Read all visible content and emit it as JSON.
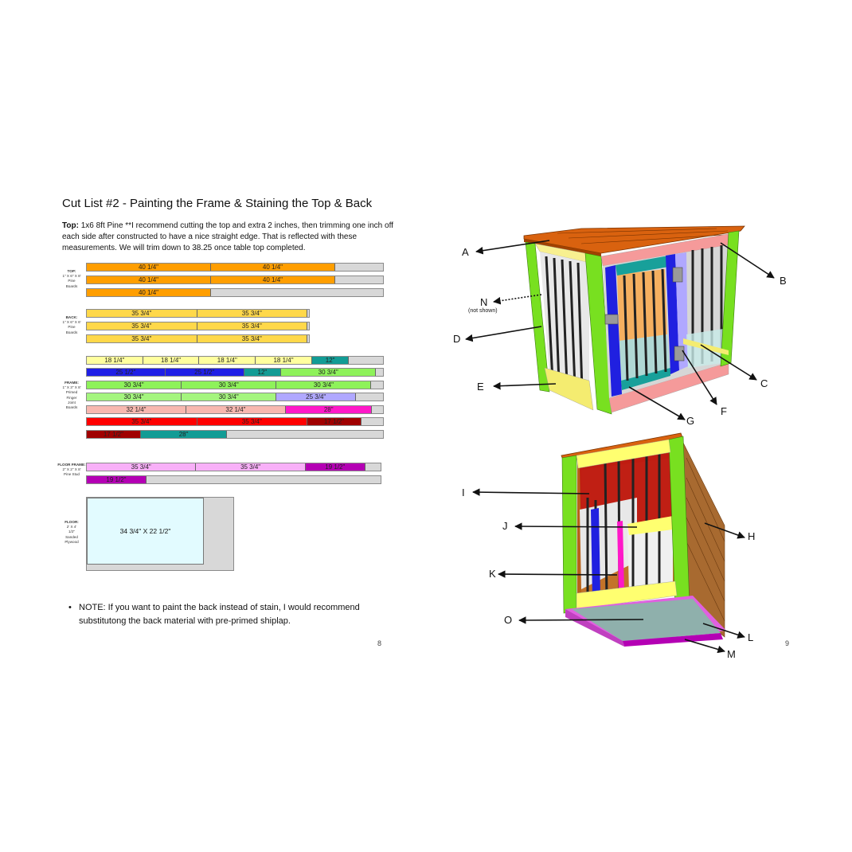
{
  "page_left": {
    "title": "Cut List #2 - Painting the Frame & Staining the Top & Back",
    "intro_bold": "Top:",
    "intro_text": " 1x6 8ft Pine **I recommend cutting the top and extra 2  inches, then trimming one inch off each side after constructed to have a nice straight edge. That is reflected with these measurements. We will trim down to 38.25 once table top completed.",
    "groups": [
      {
        "name": "TOP:",
        "material": [
          "1\" X 6\" X 8'",
          "Pine",
          "Boards"
        ]
      },
      {
        "name": "BACK:",
        "material": [
          "1\" X 6\" X 6'",
          "Pine",
          "Boards"
        ]
      },
      {
        "name": "FRAME:",
        "material": [
          "1\" X 3\" X 8'",
          "Primed",
          "Finger",
          "Joint",
          "Boards"
        ]
      },
      {
        "name": "FLOOR FRAME:",
        "material": [
          "2\" X 2\" X 8'",
          "Pine Stud"
        ]
      },
      {
        "name": "FLOOR:",
        "material": [
          "2' X 4'",
          "1/2\"",
          "Sanded",
          "Plywood"
        ]
      }
    ],
    "boards": [
      {
        "segments": [
          {
            "label": "40 1/4\"",
            "color": "#ff9e00",
            "len": 40.25
          },
          {
            "label": "40 1/4\"",
            "color": "#ff9e00",
            "len": 40.25
          }
        ]
      },
      {
        "segments": [
          {
            "label": "40 1/4\"",
            "color": "#ff9e00",
            "len": 40.25
          },
          {
            "label": "40 1/4\"",
            "color": "#ff9e00",
            "len": 40.25
          }
        ]
      },
      {
        "segments": [
          {
            "label": "40 1/4\"",
            "color": "#ff9e00",
            "len": 40.25
          }
        ]
      },
      {
        "segments": [
          {
            "label": "35 3/4\"",
            "color": "#ffd84a",
            "len": 35.75
          },
          {
            "label": "35 3/4\"",
            "color": "#ffd84a",
            "len": 35.75
          }
        ]
      },
      {
        "segments": [
          {
            "label": "35 3/4\"",
            "color": "#ffd84a",
            "len": 35.75
          },
          {
            "label": "35 3/4\"",
            "color": "#ffd84a",
            "len": 35.75
          }
        ]
      },
      {
        "segments": [
          {
            "label": "35 3/4\"",
            "color": "#ffd84a",
            "len": 35.75
          },
          {
            "label": "35 3/4\"",
            "color": "#ffd84a",
            "len": 35.75
          }
        ]
      },
      {
        "segments": [
          {
            "label": "18 1/4\"",
            "color": "#ffff9e",
            "len": 18.25
          },
          {
            "label": "18 1/4\"",
            "color": "#ffff9e",
            "len": 18.25
          },
          {
            "label": "18 1/4\"",
            "color": "#ffff9e",
            "len": 18.25
          },
          {
            "label": "18 1/4\"",
            "color": "#ffff9e",
            "len": 18.25
          },
          {
            "label": "12\"",
            "color": "#129c95",
            "len": 12
          }
        ]
      },
      {
        "segments": [
          {
            "label": "25 1/2\"",
            "color": "#1f1fe6",
            "len": 25.5
          },
          {
            "label": "25 1/2\"",
            "color": "#1f1fe6",
            "len": 25.5
          },
          {
            "label": "12\"",
            "color": "#129c95",
            "len": 12
          },
          {
            "label": "30 3/4\"",
            "color": "#8ef25a",
            "len": 30.75
          }
        ]
      },
      {
        "segments": [
          {
            "label": "30 3/4\"",
            "color": "#8ef25a",
            "len": 30.75
          },
          {
            "label": "30 3/4\"",
            "color": "#8ef25a",
            "len": 30.75
          },
          {
            "label": "30 3/4\"",
            "color": "#8ef25a",
            "len": 30.75
          }
        ]
      },
      {
        "segments": [
          {
            "label": "30 3/4\"",
            "color": "#a4f57e",
            "len": 30.75
          },
          {
            "label": "30 3/4\"",
            "color": "#a4f57e",
            "len": 30.75
          },
          {
            "label": "25 3/4\"",
            "color": "#b0a8ff",
            "len": 25.75
          }
        ]
      },
      {
        "segments": [
          {
            "label": "32 1/4\"",
            "color": "#f8b8b0",
            "len": 32.25
          },
          {
            "label": "32 1/4\"",
            "color": "#f8b8b0",
            "len": 32.25
          },
          {
            "label": "28\"",
            "color": "#ff18c8",
            "len": 28
          }
        ]
      },
      {
        "segments": [
          {
            "label": "35 3/4\"",
            "color": "#ff0000",
            "len": 35.75
          },
          {
            "label": "35 3/4\"",
            "color": "#ff0000",
            "len": 35.75
          },
          {
            "label": "17 1/2\"",
            "color": "#a00000",
            "len": 17.5
          }
        ]
      },
      {
        "segments": [
          {
            "label": "17 1/2\"",
            "color": "#a00000",
            "len": 17.5
          },
          {
            "label": "28\"",
            "color": "#129c95",
            "len": 28
          }
        ]
      },
      {
        "segments": [
          {
            "label": "35 3/4\"",
            "color": "#f8b0f8",
            "len": 35.75
          },
          {
            "label": "35 3/4\"",
            "color": "#f8b0f8",
            "len": 35.75
          },
          {
            "label": "19 1/2\"",
            "color": "#b400b4",
            "len": 19.5
          }
        ]
      },
      {
        "segments": [
          {
            "label": "19 1/2\"",
            "color": "#b400b4",
            "len": 19.5
          }
        ]
      }
    ],
    "plywood_label": "34 3/4\" X 22 1/2\"",
    "note_bullet": "•",
    "note": "NOTE: If you want to paint the back  instead of stain, I would recommend substitutong the back material with pre-primed shiplap.",
    "page_number": "8"
  },
  "page_right": {
    "callouts": [
      "A",
      "B",
      "C",
      "D",
      "E",
      "F",
      "G",
      "N",
      "(not shown)",
      "H",
      "I",
      "J",
      "K",
      "L",
      "M",
      "O"
    ],
    "page_number": "9"
  }
}
